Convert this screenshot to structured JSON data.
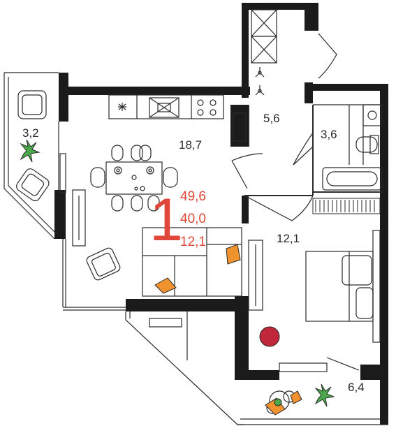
{
  "rooms": {
    "loggia_left": "3,2",
    "living_kitchen": "18,7",
    "hall": "5,6",
    "bathroom": "3,6",
    "bedroom": "12,1",
    "balcony_bottom": "6,4"
  },
  "summary": {
    "room_count": "1",
    "total_area": "49,6",
    "living_area": "40,0",
    "kitchen_area": "12,1"
  },
  "colors": {
    "wall": "#1b1b1b",
    "accent": "#e0473a",
    "orange": "#f0922e",
    "green": "#4aa84a",
    "stroke": "#2a2a2a",
    "rug": "#c0283a"
  }
}
